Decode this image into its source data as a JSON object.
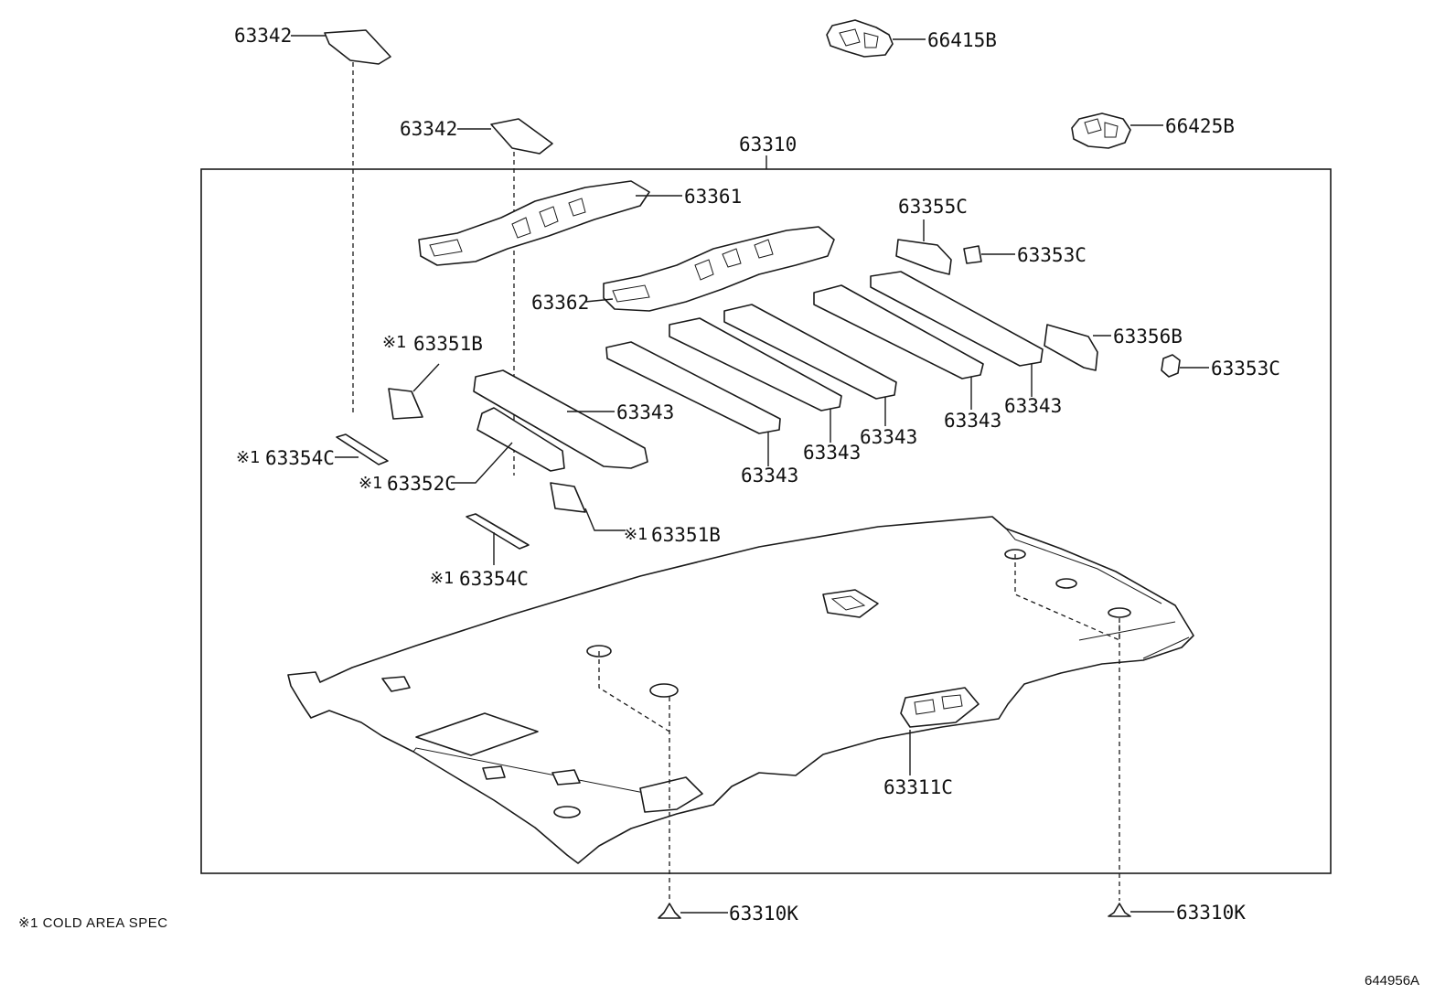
{
  "diagram": {
    "mark": "※1",
    "note": "※1 COLD AREA SPEC",
    "reference": "644956A",
    "labels": {
      "p63342_a": "63342",
      "p63342_b": "63342",
      "p66415B": "66415B",
      "p66425B": "66425B",
      "p63310": "63310",
      "p63361": "63361",
      "p63362": "63362",
      "p63355C": "63355C",
      "p63353C_a": "63353C",
      "p63353C_b": "63353C",
      "p63356B": "63356B",
      "p63351B_a": "63351B",
      "p63351B_b": "63351B",
      "p63354C_a": "63354C",
      "p63354C_b": "63354C",
      "p63352C": "63352C",
      "p63343_1": "63343",
      "p63343_2": "63343",
      "p63343_3": "63343",
      "p63343_4": "63343",
      "p63343_5": "63343",
      "p63343_6": "63343",
      "p63311C": "63311C",
      "p63310K_a": "63310K",
      "p63310K_b": "63310K"
    }
  }
}
